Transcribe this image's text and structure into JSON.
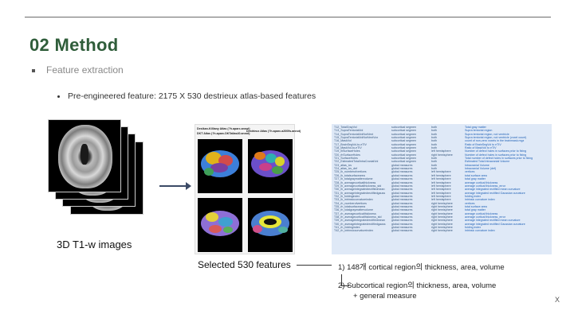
{
  "slide": {
    "title": "02 Method",
    "main_bullet": "Feature extraction",
    "sub_bullet": "Pre-engineered feature: 2175 X 530 destrieux atlas-based features",
    "mri_caption": "3D T1-w images",
    "features_caption": "Selected 530 features",
    "item1": "1)  148개 cortical region의 thickness, area, volume",
    "item2_line1": "2)  Subcortical region의 thickness, area, volume",
    "item2_line2": "+ general measure",
    "close": "X"
  },
  "atlas": {
    "cap_dk": "Desikan-Killiany Atlas (?h.aparc.annot)",
    "cap_dkt": "DKT Atlas (?h.aparc.DKTatlas40.annot)",
    "cap_destrieux": "Destrieux Atlas (?h.aparc.a2009s.annot)"
  },
  "feature_rows": [
    [
      "T12_TotalGrayVol",
      "subcortical segmen",
      "both",
      "Total gray matter"
    ],
    [
      "T13_SupraTentorialVol",
      "subcortical segmen",
      "both",
      "Supra tentorial region"
    ],
    [
      "T14_SupraTentorialVolNotVent",
      "subcortical segmen",
      "both",
      "Supra tentorial region, not ventricle"
    ],
    [
      "T15_SupraTentorialVolNotVentVox",
      "subcortical segmen",
      "both",
      "Supra tentorial region, not ventricle (voxel count)"
    ],
    [
      "T16_MaskVol",
      "subcortical segmen",
      "both",
      "count of non-zero voxels in the brainmask.mgz"
    ],
    [
      "T17_BrainSegVol-to-eTIV",
      "subcortical segmen",
      "both",
      "Ratio of BrainSegVol to eTIV"
    ],
    [
      "T18_MaskVol-to-eTIV",
      "subcortical segmen",
      "both",
      "Ratio of MaskVol to eTIV"
    ],
    [
      "T19_lhSurfaceHoles",
      "subcortical segmen",
      "left hemisphere",
      "Number of defect holes in surfaces prior to fixing"
    ],
    [
      "T20_rhSurfaceHoles",
      "subcortical segmen",
      "right hemisphere",
      "Number of defect holes in surfaces prior to fixing"
    ],
    [
      "T21_SurfaceHoles",
      "subcortical segmen",
      "both",
      "Total number of defect holes in surfaces prior to fixing"
    ],
    [
      "T22_EstimatedTotalIntraCranialVol",
      "subcortical segmen",
      "both",
      "Estimated Total Intracranial Volume"
    ],
    [
      "T23_atlas_icv",
      "global measures",
      "both",
      "Intracranial Volume"
    ],
    [
      "T24_atlas_icv_def",
      "global measures",
      "both",
      "Intracranial Volume (def)"
    ],
    [
      "T25_lh_numberofvertices",
      "global measures",
      "left hemisphere",
      "vertices"
    ],
    [
      "T26_lh_totalsurfacearea",
      "global measures",
      "left hemisphere",
      "total surface area"
    ],
    [
      "T27_lh_totalgraymattervolume",
      "global measures",
      "left hemisphere",
      "total gray matter"
    ],
    [
      "T28_lh_averagecorticalthickness",
      "global measures",
      "left hemisphere",
      "average cortical thickness"
    ],
    [
      "T29_lh_averagecorticalthickness_std",
      "global measures",
      "left hemisphere",
      "average cortical thickness_error"
    ],
    [
      "T30_lh_averageintegratedrectifiedmean",
      "global measures",
      "left hemisphere",
      "average integrated rectified mean curvature"
    ],
    [
      "T31_lh_averageintegratedrectifiedgauss",
      "global measures",
      "left hemisphere",
      "average integrated rectified Gaussian curvature"
    ],
    [
      "T32_lh_foldingindex",
      "global measures",
      "left hemisphere",
      "folding index"
    ],
    [
      "T33_lh_intrinsiccurvatureindex",
      "global measures",
      "left hemisphere",
      "intrinsic curvature index"
    ],
    [
      "T34_rh_numberofvertices",
      "global measures",
      "right hemisphere",
      "vertices"
    ],
    [
      "T35_rh_totalsurfacearea",
      "global measures",
      "right hemisphere",
      "total surface area"
    ],
    [
      "T36_rh_totalgraymattervolume",
      "global measures",
      "right hemisphere",
      "total gray matter"
    ],
    [
      "T37_rh_averagecorticalthickness",
      "global measures",
      "right hemisphere",
      "average cortical thickness"
    ],
    [
      "T38_rh_averagecorticalthickness_std",
      "global measures",
      "right hemisphere",
      "average cortical thickness_error"
    ],
    [
      "T39_rh_averageintegratedrectifiedmean",
      "global measures",
      "right hemisphere",
      "average integrated rectified mean curvature"
    ],
    [
      "T40_rh_averageintegratedrectifiedgauss",
      "global measures",
      "right hemisphere",
      "average integrated rectified Gaussian curvature"
    ],
    [
      "T41_rh_foldingindex",
      "global measures",
      "right hemisphere",
      "folding index"
    ],
    [
      "T42_rh_intrinsiccurvatureindex",
      "global measures",
      "right hemisphere",
      "intrinsic curvature index"
    ]
  ]
}
